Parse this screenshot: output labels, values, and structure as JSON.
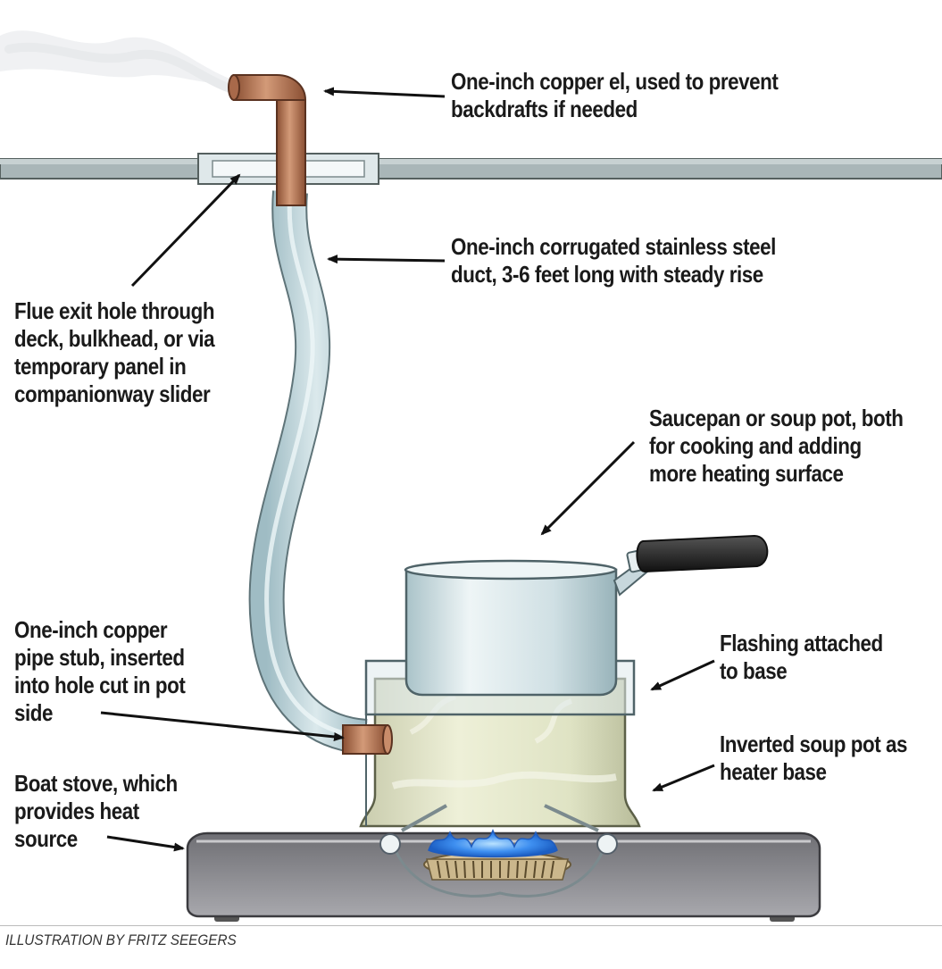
{
  "labels": {
    "copper_el": [
      "One-inch copper el, used to prevent",
      "backdrafts if needed"
    ],
    "duct": [
      "One-inch corrugated stainless steel",
      "duct, 3-6 feet long with steady rise"
    ],
    "flue_hole": [
      "Flue exit hole through",
      "deck, bulkhead, or via",
      "temporary panel in",
      "companionway slider"
    ],
    "saucepan": [
      "Saucepan or soup pot, both",
      "for cooking and adding",
      "more heating surface"
    ],
    "pipe_stub": [
      "One-inch copper",
      "pipe stub, inserted",
      "into hole cut in pot",
      "side"
    ],
    "flashing": [
      "Flashing attached",
      "to base"
    ],
    "inverted_pot": [
      "Inverted soup pot as",
      "heater base"
    ],
    "boat_stove": [
      "Boat stove, which",
      "provides heat",
      "source"
    ]
  },
  "credit": "ILLUSTRATION BY FRITZ SEEGERS",
  "colors": {
    "deck": "#a9b6b8",
    "copper": "#b87a56",
    "duct": "#bcd3d8",
    "steel": "#d4e0e4",
    "stove_top": "#8e8e92",
    "flame": "#2f7fe0",
    "handle": "#2a2a2a"
  }
}
